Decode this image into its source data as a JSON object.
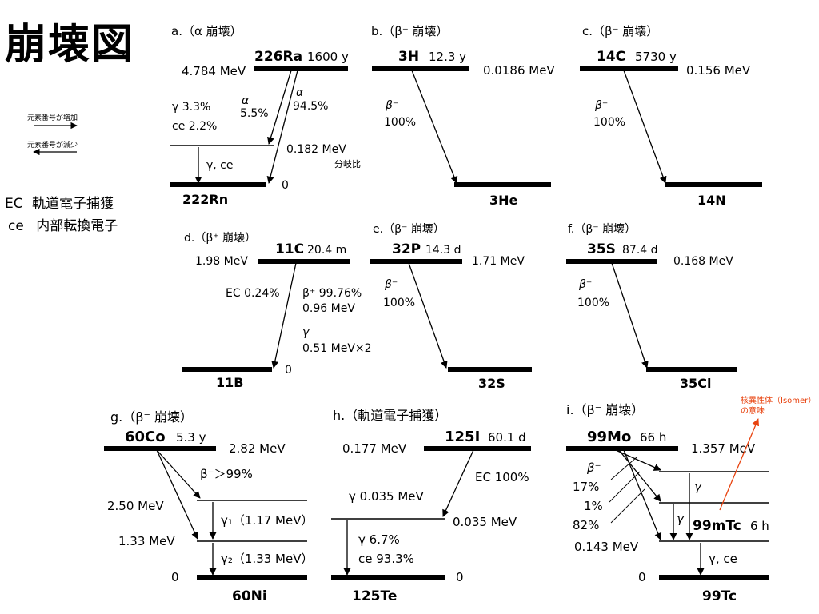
{
  "title": "崩壊図",
  "legend": {
    "increase": "元素番号が増加",
    "decrease": "元素番号が減少",
    "branching": "分岐比",
    "ec_abbr": "EC",
    "ec_text": "軌道電子捕獲",
    "ce_abbr": "ce",
    "ce_text": "内部転換電子"
  },
  "panels": {
    "a": {
      "title": "a.（α 崩壊）",
      "parent": "226Ra",
      "half_life": "1600 y",
      "parent_energy": "4.784 MeV",
      "gamma_branch": "γ  3.3%",
      "ce_branch": "ce  2.2%",
      "alpha_small_sym": "α",
      "alpha_small_pct": "5.5%",
      "alpha_big_sym": "α",
      "alpha_big_pct": "94.5%",
      "mid_energy": "0.182 MeV",
      "gamma_ce": "γ, ce",
      "daughter": "222Rn",
      "zero": "0"
    },
    "b": {
      "title": "b.（β⁻ 崩壊）",
      "parent": "3H",
      "half_life": "12.3 y",
      "energy": "0.0186 MeV",
      "beta": "β⁻",
      "pct": "100%",
      "daughter": "3He"
    },
    "c": {
      "title": "c.（β⁻ 崩壊）",
      "parent": "14C",
      "half_life": "5730 y",
      "energy": "0.156 MeV",
      "beta": "β⁻",
      "pct": "100%",
      "daughter": "14N"
    },
    "d": {
      "title": "d.（β⁺ 崩壊）",
      "parent": "11C",
      "half_life": "20.4 m",
      "energy": "1.98 MeV",
      "ec": "EC 0.24%",
      "beta_plus": "β⁺  99.76%",
      "beta_energy": "0.96 MeV",
      "gamma": "γ",
      "gamma_energy": "0.51 MeV×2",
      "daughter": "11B",
      "zero": "0"
    },
    "e": {
      "title": "e.（β⁻ 崩壊）",
      "parent": "32P",
      "half_life": "14.3 d",
      "energy": "1.71 MeV",
      "beta": "β⁻",
      "pct": "100%",
      "daughter": "32S"
    },
    "f": {
      "title": "f.（β⁻ 崩壊）",
      "parent": "35S",
      "half_life": "87.4 d",
      "energy": "0.168 MeV",
      "beta": "β⁻",
      "pct": "100%",
      "daughter": "35Cl"
    },
    "g": {
      "title": "g.（β⁻ 崩壊）",
      "parent": "60Co",
      "half_life": "5.3 y",
      "parent_energy": "2.82 MeV",
      "beta": "β⁻＞99%",
      "level1": "2.50 MeV",
      "level2": "1.33 MeV",
      "gamma1": "γ₁（1.17 MeV）",
      "gamma2": "γ₂（1.33 MeV）",
      "zero": "0",
      "daughter": "60Ni"
    },
    "h": {
      "title": "h.（軌道電子捕獲）",
      "parent": "125I",
      "half_life": "60.1 d",
      "parent_energy": "0.177 MeV",
      "ec": "EC 100%",
      "gamma_energy": "γ 0.035 MeV",
      "level": "0.035 MeV",
      "gamma_pct": "γ  6.7%",
      "ce_pct": "ce 93.3%",
      "zero": "0",
      "daughter": "125Te"
    },
    "i": {
      "title": "i.（β⁻ 崩壊）",
      "parent": "99Mo",
      "half_life": "66 h",
      "parent_energy": "1.357 MeV",
      "beta": "β⁻",
      "p17": "17%",
      "p1": "1%",
      "p82": "82%",
      "gamma_a": "γ",
      "gamma_b": "γ",
      "isomer": "99mTc",
      "isomer_half_life": "6 h",
      "level": "0.143 MeV",
      "gamma_ce": "γ, ce",
      "zero": "0",
      "daughter": "99Tc",
      "annotation_1": "核異性体（Isomer）",
      "annotation_2": "の意味",
      "annotation_color": "#e8430f"
    }
  }
}
